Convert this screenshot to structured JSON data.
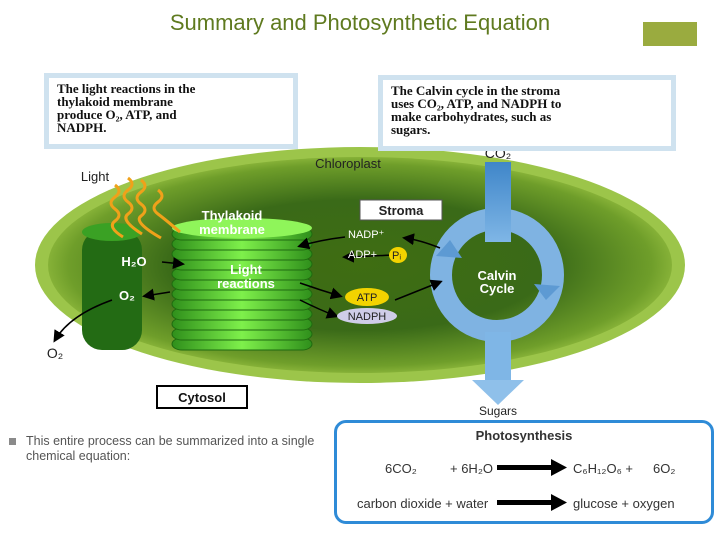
{
  "slide": {
    "title": "Summary and Photosynthetic Equation",
    "accent_color": "#9aab3f",
    "title_color": "#5f7a1f"
  },
  "diagram": {
    "box_left": "The light reactions in the thylakoid membrane produce O2, ATP, and NADPH.",
    "box_left_lines": [
      "The light reactions in the",
      "thylakoid membrane",
      "produce O₂, ATP, and",
      "NADPH."
    ],
    "box_right_lines": [
      "The Calvin cycle in the stroma",
      "uses CO₂, ATP, and NADPH to",
      "make carbohydrates, such as",
      "sugars."
    ],
    "labels": {
      "chloroplast": "Chloroplast",
      "co2": "CO₂",
      "light": "Light",
      "thylakoid": "Thylakoid membrane",
      "thylakoid_line1": "Thylakoid",
      "thylakoid_line2": "membrane",
      "stroma": "Stroma",
      "nadp": "NADP⁺",
      "adp": "ADP+",
      "pi": "Pᵢ",
      "h2o": "H₂O",
      "light_reactions_line1": "Light",
      "light_reactions_line2": "reactions",
      "calvin_line1": "Calvin",
      "calvin_line2": "Cycle",
      "o2_inner": "O₂",
      "atp": "ATP",
      "nadph": "NADPH",
      "o2_outer": "O₂",
      "cytosol": "Cytosol",
      "sugars": "Sugars"
    }
  },
  "bullet": {
    "icon": "square-bullet-icon",
    "text": "This entire process can be summarized into a single chemical equation:"
  },
  "equation": {
    "title": "Photosynthesis",
    "formula": {
      "r1": "6CO₂",
      "r2": "+ 6H₂O",
      "p1": "C₆H₁₂O₆ +",
      "p2": "6O₂"
    },
    "words": {
      "reactants": "carbon dioxide + water",
      "products": "glucose + oxygen"
    },
    "border_color": "#2f8bd7"
  }
}
